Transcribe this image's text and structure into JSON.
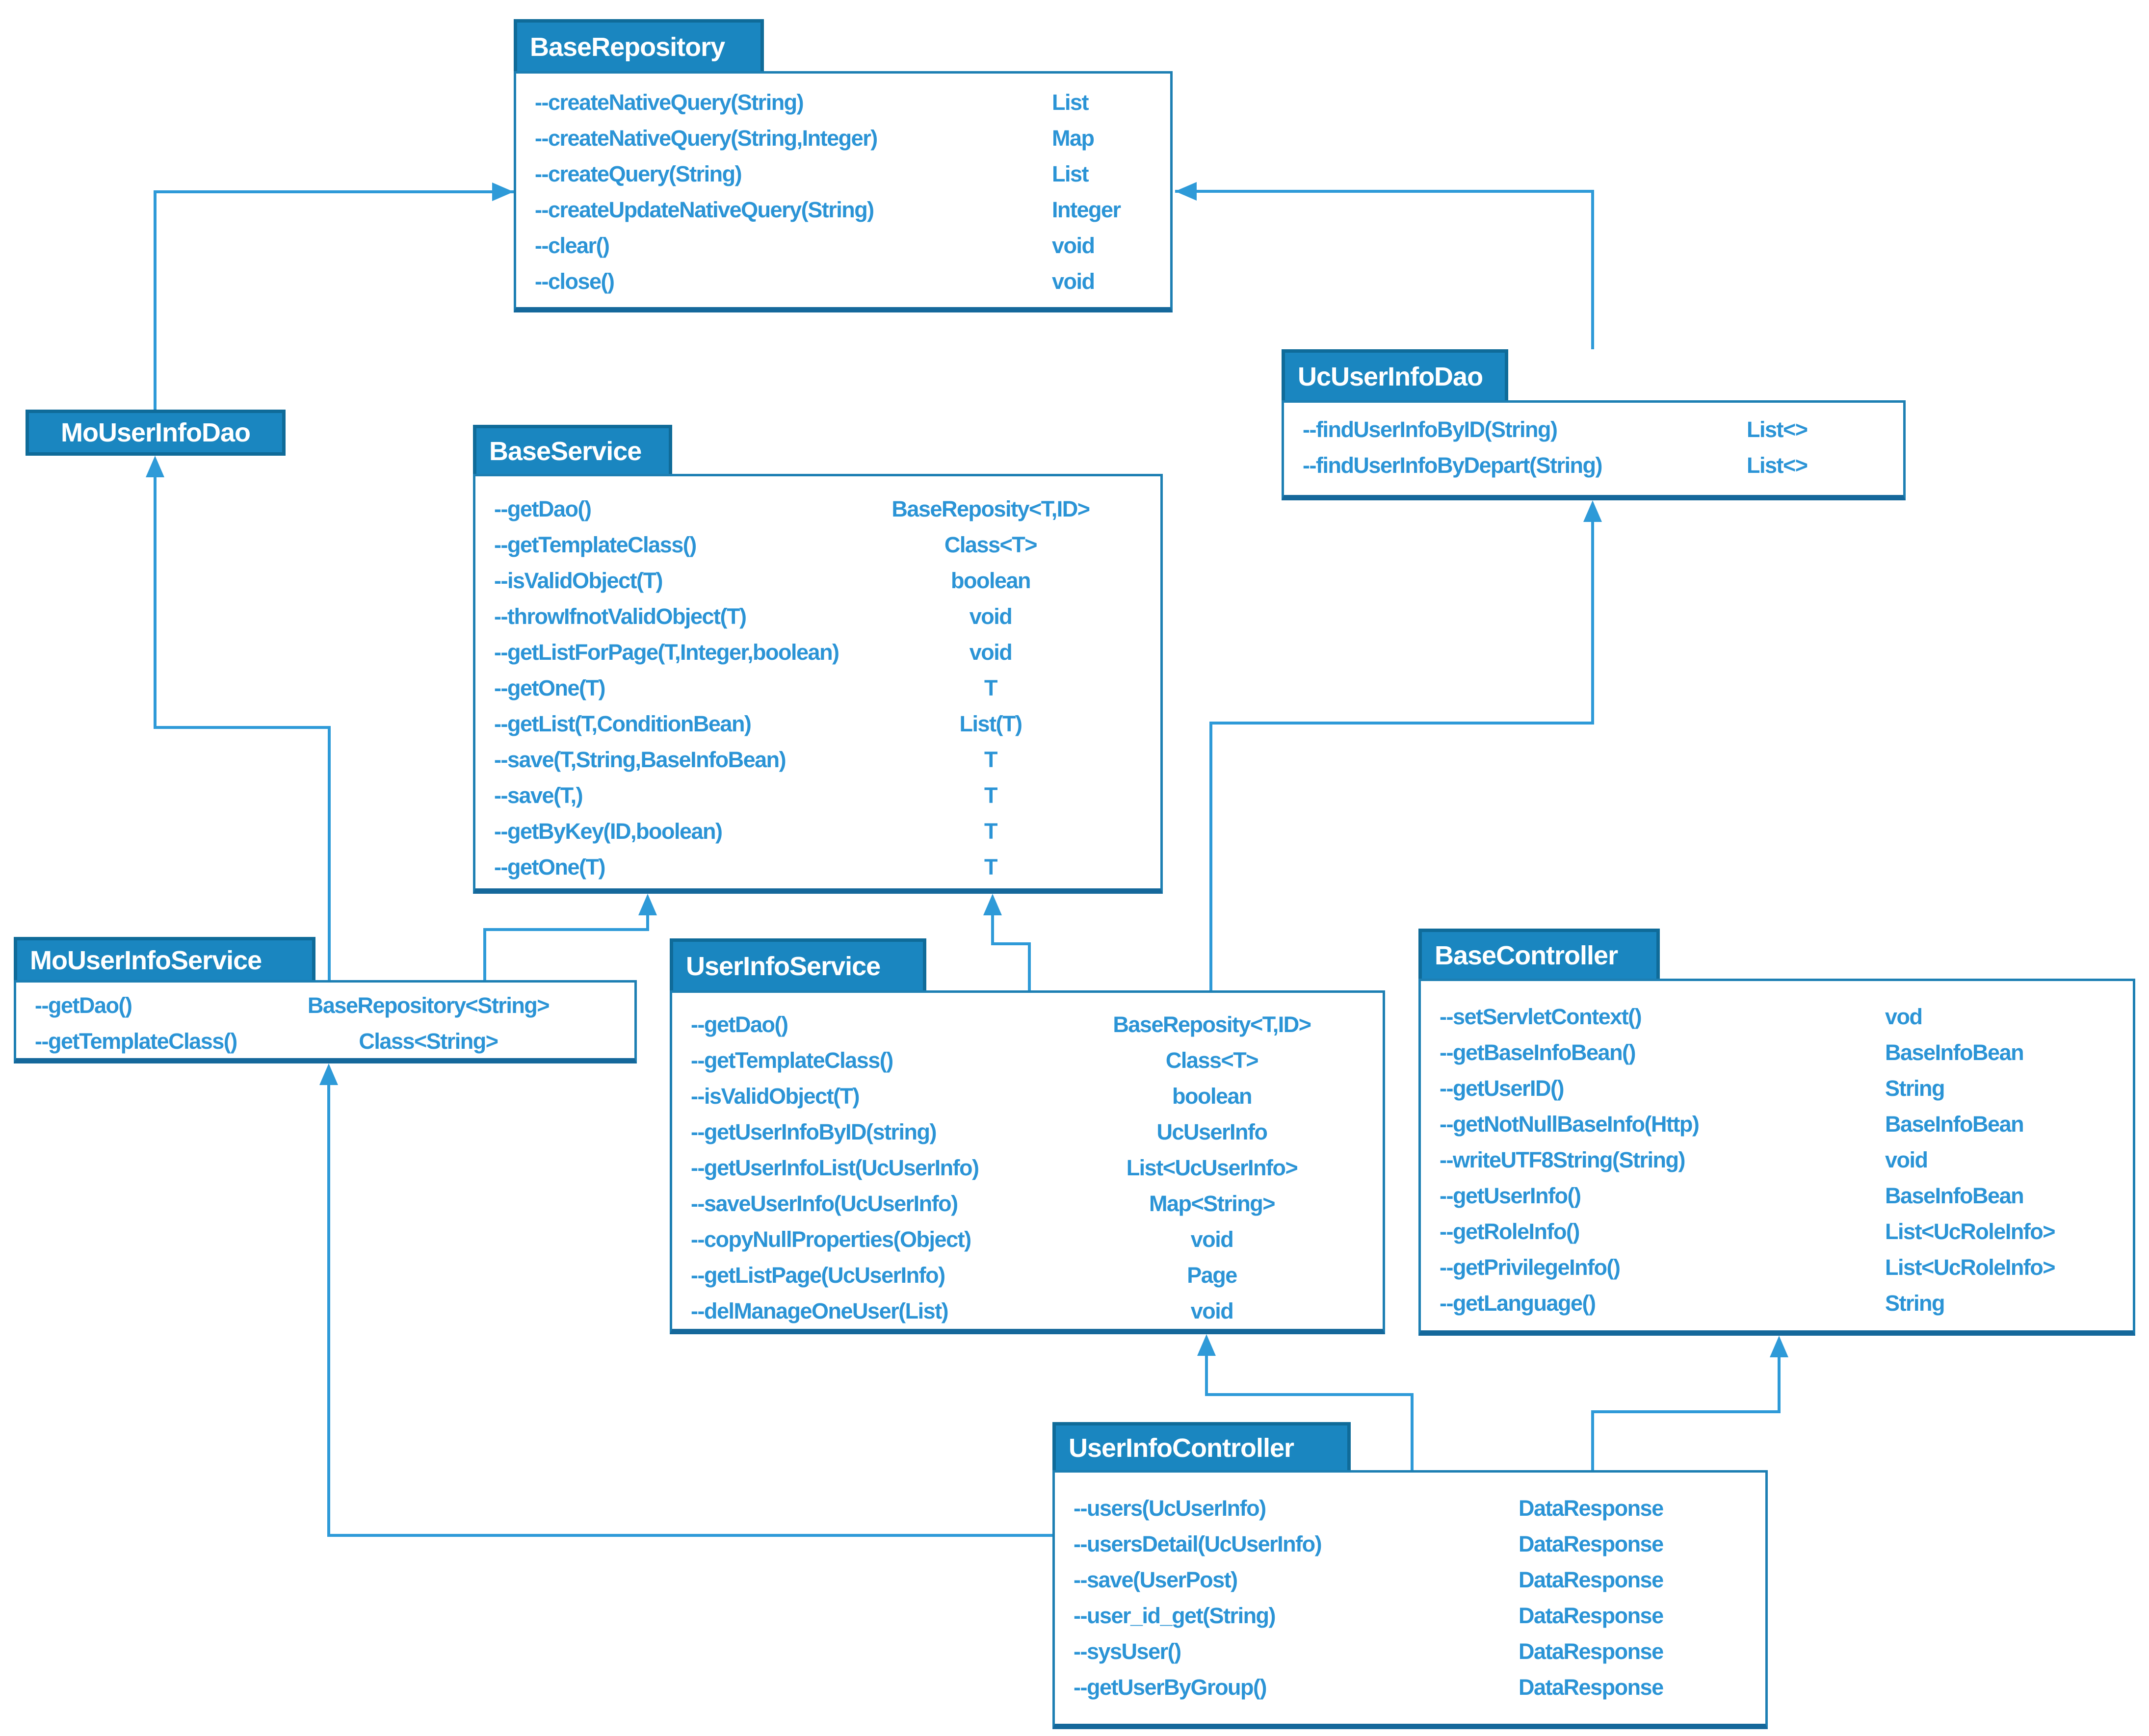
{
  "title": "UML class diagram",
  "colors": {
    "header_fill": "#1a86c0",
    "header_border": "#0f6b99",
    "body_border": "#1d7fb3",
    "body_border_bottom": "#15689b",
    "text": "#2b94d6",
    "line": "#2e9ad8"
  },
  "diagram": {
    "classes": [
      {
        "name": "BaseRepository",
        "methods": [
          {
            "name": "--createNativeQuery(String)",
            "type": "List"
          },
          {
            "name": "--createNativeQuery(String,Integer)",
            "type": "Map"
          },
          {
            "name": "--createQuery(String)",
            "type": "List"
          },
          {
            "name": "--createUpdateNativeQuery(String)",
            "type": "Integer"
          },
          {
            "name": "--clear()",
            "type": "void"
          },
          {
            "name": "--close()",
            "type": "void"
          }
        ]
      },
      {
        "name": "UcUserInfoDao",
        "methods": [
          {
            "name": "--findUserInfoByID(String)",
            "type": "List<>"
          },
          {
            "name": "--findUserInfoByDepart(String)",
            "type": "List<>"
          }
        ]
      },
      {
        "name": "MoUserInfoDao",
        "methods": []
      },
      {
        "name": "BaseService",
        "methods": [
          {
            "name": "--getDao()",
            "type": "BaseReposity<T,ID>"
          },
          {
            "name": "--getTemplateClass()",
            "type": "Class<T>"
          },
          {
            "name": "--isValidObject(T)",
            "type": "boolean"
          },
          {
            "name": "--throwIfnotValidObject(T)",
            "type": "void"
          },
          {
            "name": "--getListForPage(T,Integer,boolean)",
            "type": "void"
          },
          {
            "name": "--getOne(T)",
            "type": "T"
          },
          {
            "name": "--getList(T,ConditionBean)",
            "type": "List(T)"
          },
          {
            "name": "--save(T,String,BaseInfoBean)",
            "type": "T"
          },
          {
            "name": "--save(T,)",
            "type": "T"
          },
          {
            "name": "--getByKey(ID,boolean)",
            "type": "T"
          },
          {
            "name": "--getOne(T)",
            "type": "T"
          }
        ]
      },
      {
        "name": "MoUserInfoService",
        "methods": [
          {
            "name": "--getDao()",
            "type": "BaseRepository<String>"
          },
          {
            "name": "--getTemplateClass()",
            "type": "Class<String>"
          }
        ]
      },
      {
        "name": "UserInfoService",
        "methods": [
          {
            "name": "--getDao()",
            "type": "BaseReposity<T,ID>"
          },
          {
            "name": "--getTemplateClass()",
            "type": "Class<T>"
          },
          {
            "name": "--isValidObject(T)",
            "type": "boolean"
          },
          {
            "name": "--getUserInfoByID(string)",
            "type": "UcUserInfo"
          },
          {
            "name": "--getUserInfoList(UcUserInfo)",
            "type": "List<UcUserInfo>"
          },
          {
            "name": "--saveUserInfo(UcUserInfo)",
            "type": "Map<String>"
          },
          {
            "name": "--copyNullProperties(Object)",
            "type": "void"
          },
          {
            "name": "--getListPage(UcUserInfo)",
            "type": "Page"
          },
          {
            "name": "--delManageOneUser(List)",
            "type": "void"
          }
        ]
      },
      {
        "name": "BaseController",
        "methods": [
          {
            "name": "--setServletContext()",
            "type": "vod"
          },
          {
            "name": "--getBaseInfoBean()",
            "type": "BaseInfoBean"
          },
          {
            "name": "--getUserID()",
            "type": "String"
          },
          {
            "name": "--getNotNullBaseInfo(Http)",
            "type": "BaseInfoBean"
          },
          {
            "name": "--writeUTF8String(String)",
            "type": "void"
          },
          {
            "name": "--getUserInfo()",
            "type": "BaseInfoBean"
          },
          {
            "name": "--getRoleInfo()",
            "type": "List<UcRoleInfo>"
          },
          {
            "name": "--getPrivilegeInfo()",
            "type": "List<UcRoleInfo>"
          },
          {
            "name": "--getLanguage()",
            "type": "String"
          }
        ]
      },
      {
        "name": "UserInfoController",
        "methods": [
          {
            "name": "--users(UcUserInfo)",
            "type": "DataResponse"
          },
          {
            "name": "--usersDetail(UcUserInfo)",
            "type": "DataResponse"
          },
          {
            "name": "--save(UserPost)",
            "type": "DataResponse"
          },
          {
            "name": "--user_id_get(String)",
            "type": "DataResponse"
          },
          {
            "name": "--sysUser()",
            "type": "DataResponse"
          },
          {
            "name": "--getUserByGroup()",
            "type": "DataResponse"
          }
        ]
      }
    ],
    "relations": [
      {
        "from": "MoUserInfoDao",
        "to": "BaseRepository"
      },
      {
        "from": "UcUserInfoDao",
        "to": "BaseRepository"
      },
      {
        "from": "MoUserInfoService",
        "to": "MoUserInfoDao"
      },
      {
        "from": "MoUserInfoService",
        "to": "BaseService"
      },
      {
        "from": "UserInfoService",
        "to": "BaseService"
      },
      {
        "from": "UserInfoService",
        "to": "UcUserInfoDao"
      },
      {
        "from": "UserInfoController",
        "to": "UserInfoService"
      },
      {
        "from": "UserInfoController",
        "to": "BaseController"
      },
      {
        "from": "UserInfoController",
        "to": "MoUserInfoService"
      }
    ]
  }
}
